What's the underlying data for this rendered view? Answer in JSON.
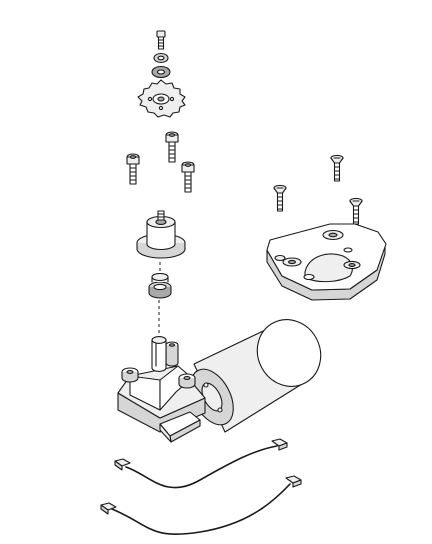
{
  "diagram": {
    "type": "exploded-assembly",
    "parts": [
      {
        "id": "top-screw",
        "icon": "screw-icon"
      },
      {
        "id": "lock-washer",
        "icon": "washer-icon"
      },
      {
        "id": "flat-washer",
        "icon": "washer-icon"
      },
      {
        "id": "sprocket",
        "icon": "sprocket-icon"
      },
      {
        "id": "socket-screw-set",
        "icon": "socket-screw-icon",
        "count": 3
      },
      {
        "id": "coupling-hub",
        "icon": "hub-icon"
      },
      {
        "id": "shaft-collar",
        "icon": "collar-icon"
      },
      {
        "id": "countersunk-screw-set",
        "icon": "countersunk-screw-icon",
        "count": 3
      },
      {
        "id": "mounting-bracket",
        "icon": "bracket-icon"
      },
      {
        "id": "gear-motor",
        "icon": "motor-icon"
      },
      {
        "id": "cable-short",
        "icon": "cable-icon"
      },
      {
        "id": "cable-long",
        "icon": "cable-icon"
      }
    ],
    "colors": {
      "line": "#1a1a1a",
      "light": "#efefef",
      "mid": "#d6d6d6",
      "dark": "#a9a9a9"
    }
  }
}
